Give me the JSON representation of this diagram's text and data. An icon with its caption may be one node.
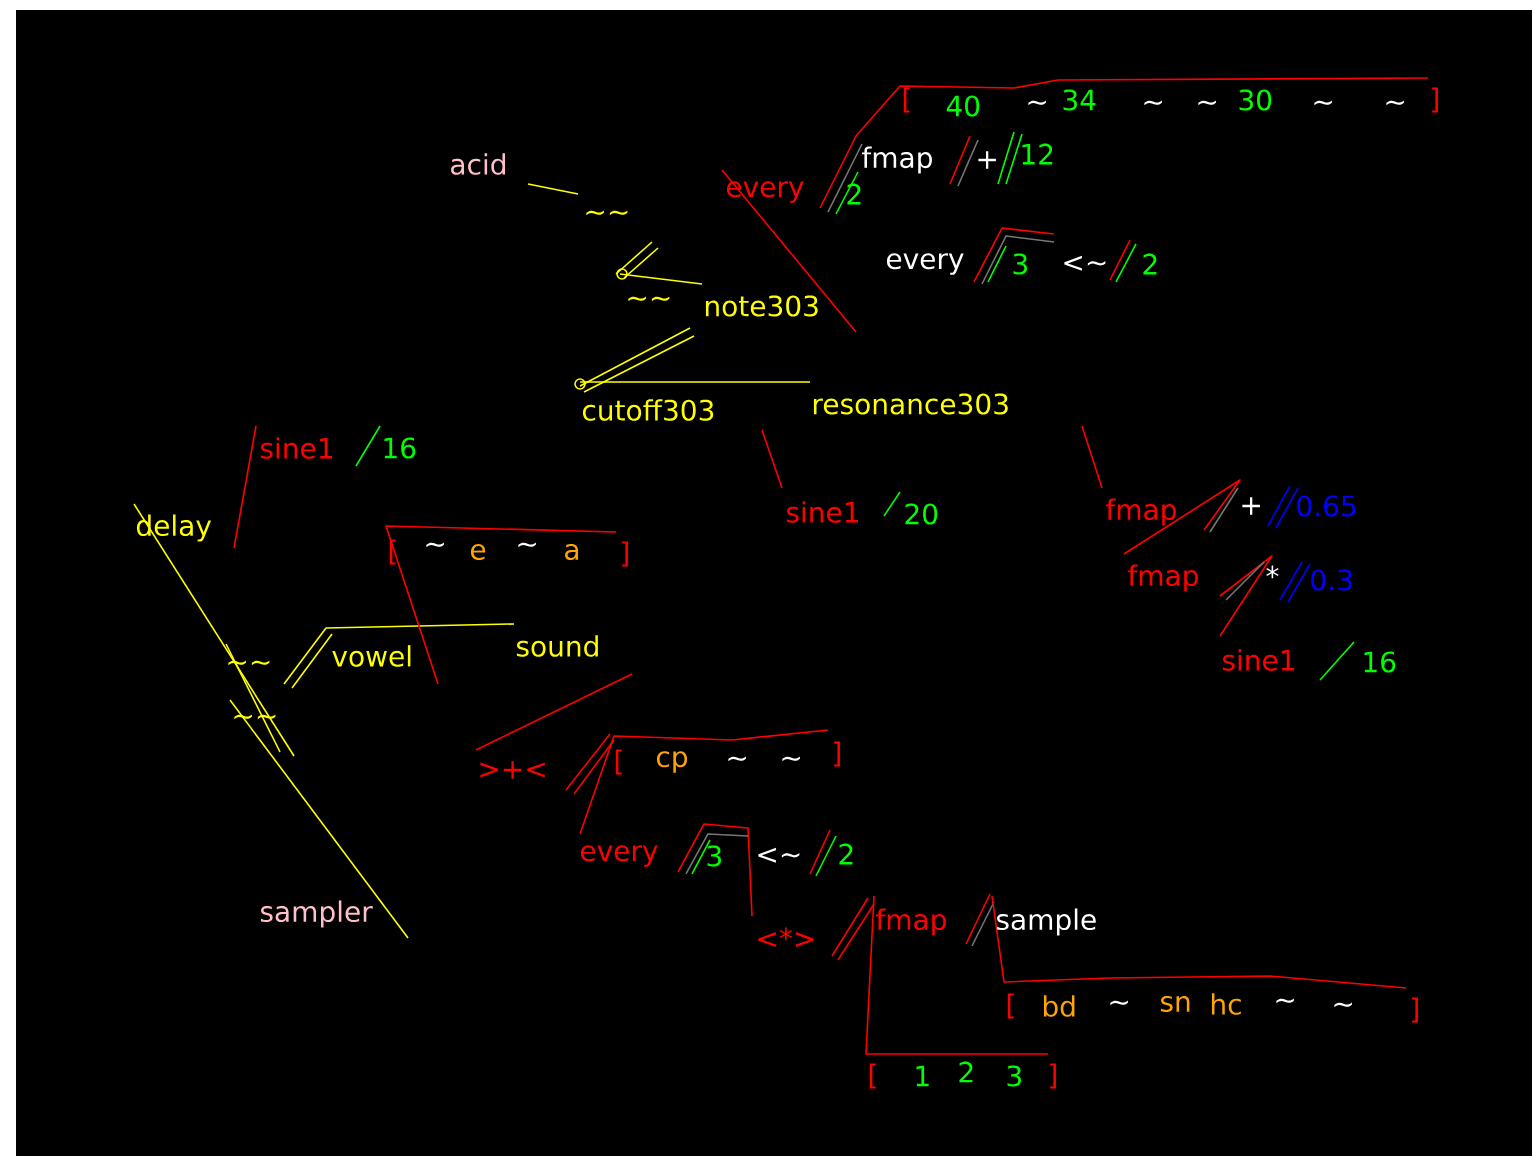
{
  "diagram": {
    "labels": [
      "[",
      "40",
      "~",
      "34",
      "~",
      "~",
      "30",
      "~",
      "~",
      "]",
      "fmap",
      "+",
      "12",
      "every",
      "2",
      "acid",
      "~~",
      "every",
      "3",
      "<~",
      "2",
      "~~",
      "note303",
      "cutoff303",
      "resonance303",
      "sine1",
      "16",
      "delay",
      "sine1",
      "20",
      "fmap",
      "+",
      "0.65",
      "[",
      "~",
      "e",
      "~",
      "a",
      "]",
      "fmap",
      "*",
      "0.3",
      "~~",
      "vowel",
      "sound",
      "sine1",
      "16",
      "~~",
      ">+<",
      "[",
      "cp",
      "~",
      "~",
      "]",
      "every",
      "3",
      "<~",
      "2",
      "sampler",
      "<*>",
      "fmap",
      "sample",
      "[",
      "bd",
      "~",
      "sn",
      "hc",
      "~",
      "~",
      "]",
      "[",
      "1",
      "2",
      "3",
      "]"
    ]
  }
}
